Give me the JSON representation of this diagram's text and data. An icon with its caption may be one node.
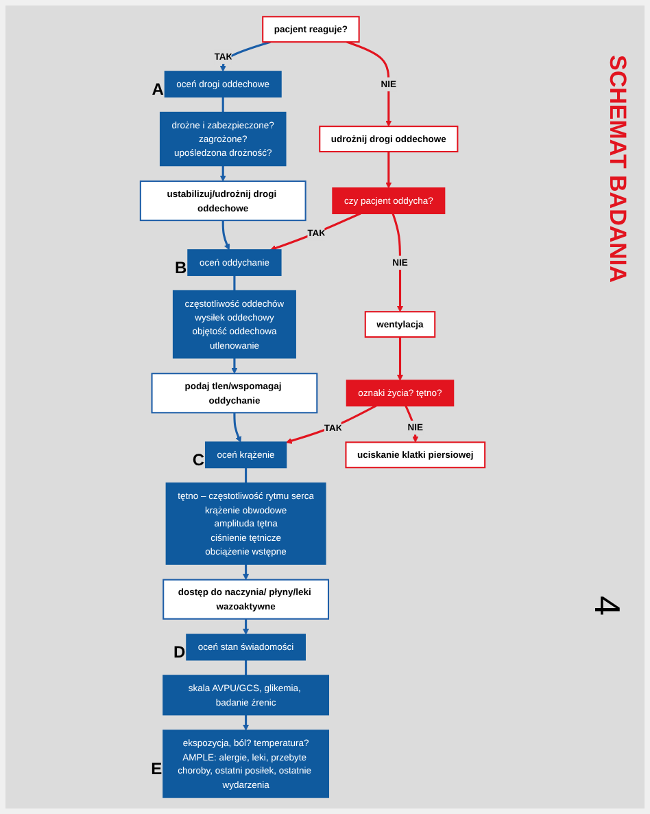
{
  "diagram": {
    "title": "SCHEMAT BADANIA",
    "nodes": [
      {
        "text": [
          "pacjent reaguje?"
        ]
      },
      {
        "text": [
          "oceń drogi oddechowe"
        ],
        "beside": [
          "A"
        ]
      },
      {
        "text": [
          "drożne i zabezpieczone?",
          "zagrożone?",
          "upośledzona drożność?"
        ]
      },
      {
        "text": [
          "ustabilizuj/udrożnij drogi oddechowe"
        ]
      },
      {
        "text": [
          "udrożnij drogi oddechowe"
        ]
      },
      {
        "text": [
          "oceń oddychanie"
        ],
        "beside": [
          "B"
        ]
      },
      {
        "text": [
          "czy pacjent oddycha?"
        ]
      },
      {
        "text": [
          "częstotliwość oddechów",
          "wysiłek oddechowy",
          "objętość oddechowa",
          "utlenowanie"
        ]
      },
      {
        "text": [
          "podaj tlen/wspomagaj oddychanie"
        ]
      },
      {
        "text": [
          "wentylacja"
        ]
      },
      {
        "text": [
          "oceń krążenie"
        ],
        "beside": [
          "C"
        ]
      },
      {
        "text": [
          "oznaki życia? tętno?"
        ]
      },
      {
        "text": [
          "tętno – częstotliwość rytmu serca",
          "krążenie obwodowe",
          "amplituda tętna",
          "ciśnienie tętnicze",
          "obciążenie wstępne"
        ]
      },
      {
        "text": [
          "dostęp do naczynia/ płyny/leki wazoaktywne"
        ]
      },
      {
        "text": [
          "uciskanie klatki piersiowej"
        ]
      },
      {
        "text": [
          "oceń stan świadomości"
        ],
        "beside": [
          "D"
        ]
      },
      {
        "text": [
          "skala AVPU/GCS, glikemia, badanie źrenic"
        ]
      },
      {
        "text": [
          "ekspozycja, ból? temperatura?",
          "AMPLE: alergie, leki, przebyte choroby, ostatni posiłek, ostatnie wydarzenia"
        ],
        "beside": [
          "E"
        ]
      }
    ],
    "edges": [
      {
        "from": 0,
        "to": 1,
        "arrow": "to",
        "label": "TAK"
      },
      {
        "from": 0,
        "to": 4,
        "arrow": "to",
        "label": "NIE",
        "color": "#e2141f"
      },
      {
        "from": 1,
        "to": 2,
        "arrow": "none"
      },
      {
        "from": 2,
        "to": 3,
        "arrow": "to"
      },
      {
        "from": 4,
        "to": 6,
        "arrow": "to",
        "color": "#e2141f"
      },
      {
        "from": 3,
        "to": 5,
        "arrow": "to"
      },
      {
        "from": 6,
        "to": 5,
        "arrow": "to",
        "label": "TAK",
        "color": "#e2141f"
      },
      {
        "from": 6,
        "to": 9,
        "arrow": "to",
        "label": "NIE",
        "color": "#e2141f"
      },
      {
        "from": 5,
        "to": 7,
        "arrow": "none"
      },
      {
        "from": 7,
        "to": 8,
        "arrow": "to"
      },
      {
        "from": 9,
        "to": 11,
        "arrow": "to",
        "color": "#e2141f"
      },
      {
        "from": 8,
        "to": 10,
        "arrow": "to"
      },
      {
        "from": 11,
        "to": 10,
        "arrow": "to",
        "label": "TAK",
        "color": "#e2141f"
      },
      {
        "from": 11,
        "to": 14,
        "arrow": "to",
        "label": "NIE",
        "color": "#e2141f"
      },
      {
        "from": 10,
        "to": 12,
        "arrow": "none"
      },
      {
        "from": 12,
        "to": 13,
        "arrow": "to"
      },
      {
        "from": 13,
        "to": 15,
        "arrow": "to"
      },
      {
        "from": 15,
        "to": 16,
        "arrow": "none"
      },
      {
        "from": 16,
        "to": 17,
        "arrow": "to"
      }
    ],
    "labels": [
      "4"
    ]
  }
}
